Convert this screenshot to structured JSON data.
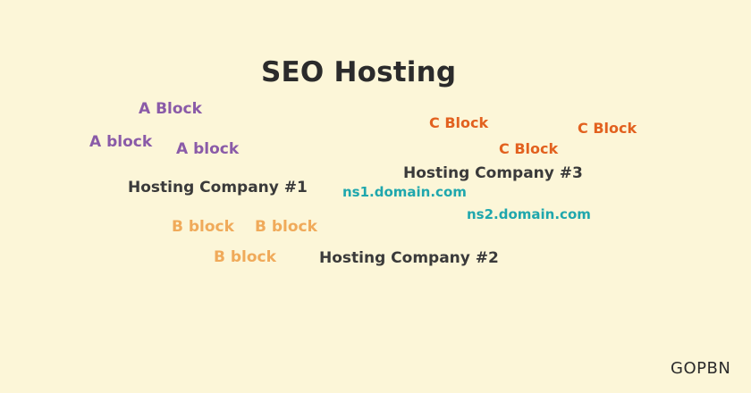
{
  "title": "SEO Hosting",
  "hosting_companies": [
    "Hosting Company #1",
    "Hosting Company #2",
    "Hosting Company #3"
  ],
  "a_blocks": [
    "A Block",
    "A block",
    "A block"
  ],
  "b_blocks": [
    "B block",
    "B block",
    "B block"
  ],
  "c_blocks": [
    "C Block",
    "C Block",
    "C Block"
  ],
  "nameservers": [
    "ns1.domain.com",
    "ns2.domain.com"
  ],
  "brand_logo": "GOPBN",
  "colors": {
    "background": "#fcf6d8",
    "title": "#2b2b2b",
    "hosting_company": "#3a3a3a",
    "a_block": "#8a5ba8",
    "b_block": "#f0aa5a",
    "c_block": "#e2611f",
    "nameserver": "#1fa7ad"
  }
}
